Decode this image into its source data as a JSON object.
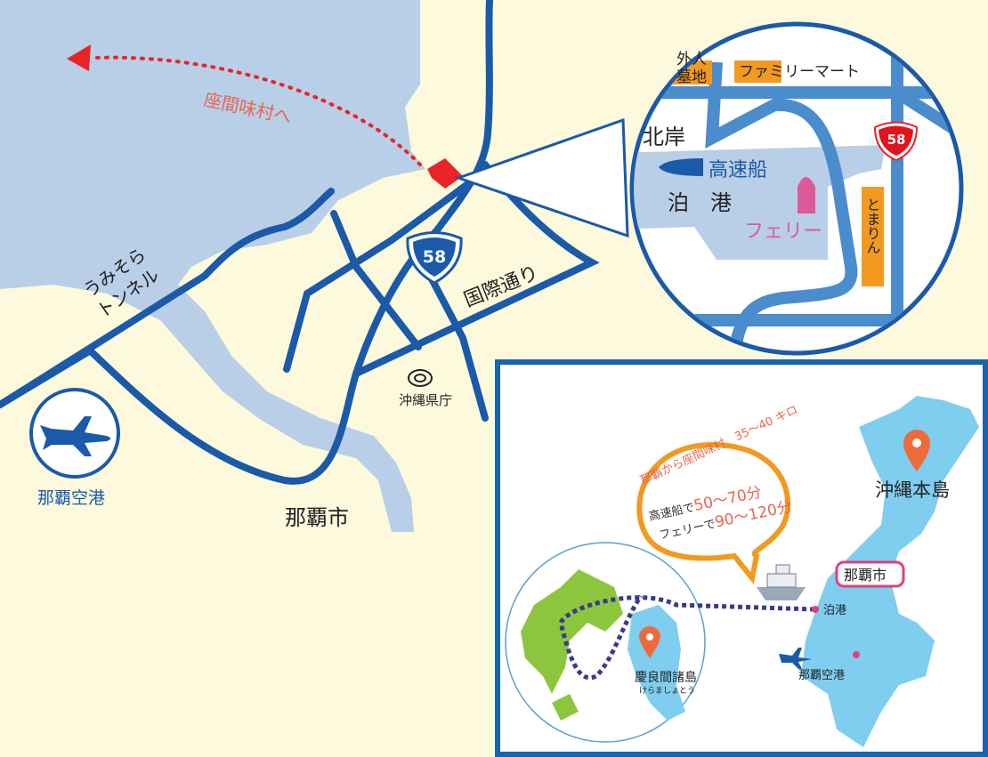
{
  "colors": {
    "land": "#fdf9dc",
    "sea": "#b9cee7",
    "road": "#1a5aa8",
    "inset_road": "#4a8ccc",
    "accent_red": "#e8242a",
    "label_orange": "#f29a1f",
    "island": "#7fcdef",
    "islands_green": "#8cc63f"
  },
  "main": {
    "zamami_direction": "座間味村へ",
    "tunnel_line1": "うみそら",
    "tunnel_line2": "トンネル",
    "route_number": "58",
    "kokusai_dori": "国際通り",
    "prefectural_office": "沖縄県庁",
    "naha_city": "那覇市",
    "airport": "那覇空港",
    "icons": [
      "airplane-icon",
      "route-shield-icon",
      "office-icon",
      "port-marker-icon"
    ]
  },
  "inset": {
    "foreigners_cemetery_line1": "外人",
    "foreigners_cemetery_line2": "墓地",
    "family_mart": "ファミリーマート",
    "kishi": "北岸",
    "high_speed_boat": "高速船",
    "tomari_port": "泊　港",
    "ferry": "フェリー",
    "tomarin": "とまりん",
    "route_number": "58"
  },
  "overview": {
    "distance": "那覇から座間味村　35〜40 キロ",
    "boat_prefix": "高速船で",
    "boat_time": "50〜70分",
    "ferry_prefix": "フェリーで",
    "ferry_time": "90〜120分",
    "okinawa_main": "沖縄本島",
    "naha_city": "那覇市",
    "tomari_port": "泊港",
    "naha_airport": "那覇空港",
    "kerama": "慶良間諸島",
    "kerama_reading": "けらましょとう"
  }
}
